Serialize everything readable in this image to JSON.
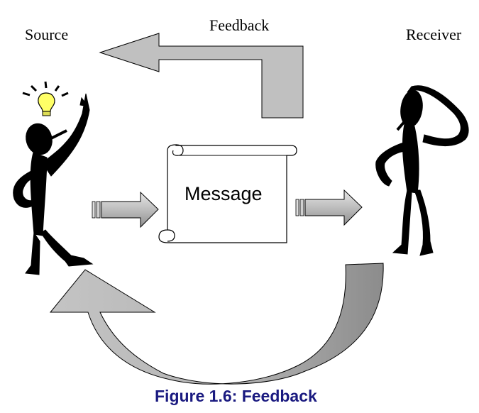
{
  "diagram": {
    "source_label": "Source",
    "feedback_label": "Feedback",
    "receiver_label": "Receiver",
    "message_label": "Message",
    "caption": "Figure 1.6: Feedback"
  },
  "colors": {
    "arrow_fill": "#c0c0c0",
    "arrow_dark": "#9a9a9a",
    "figure_fill": "#000000",
    "bulb_fill": "#ffff66",
    "caption_color": "#1a1a80"
  }
}
